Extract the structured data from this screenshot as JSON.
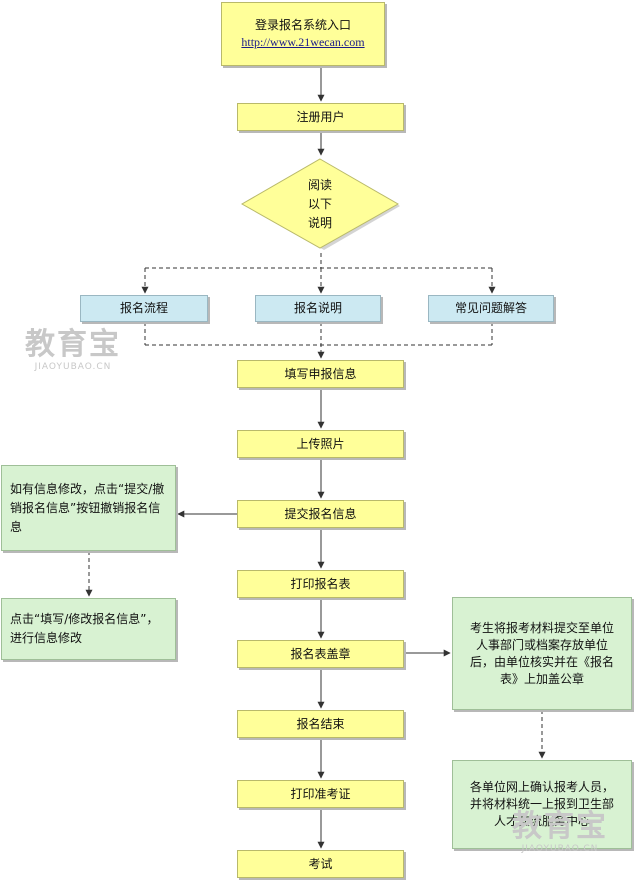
{
  "colors": {
    "step_box": "#ffff99",
    "info_box": "#cce9f2",
    "note_box": "#d8f2d2",
    "lines": "#333333"
  },
  "diagram": {
    "entry": {
      "title": "登录报名系统入口",
      "url": "http://www.21wecan.com"
    },
    "register": "注册用户",
    "decision": {
      "lines": [
        "阅读",
        "以下",
        "说明"
      ]
    },
    "info_boxes": [
      "报名流程",
      "报名说明",
      "常见问题解答"
    ],
    "steps": [
      "填写申报信息",
      "上传照片",
      "提交报名信息",
      "打印报名表",
      "报名表盖章",
      "报名结束",
      "打印准考证",
      "考试"
    ],
    "left_notes": [
      "如有信息修改，点击“提交/撤销报名信息”按钮撤销报名信息",
      "点击“填写/修改报名信息”，进行信息修改"
    ],
    "right_notes": [
      "考生将报考材料提交至单位人事部门或档案存放单位后，由单位核实并在《报名表》上加盖公章",
      "各单位网上确认报考人员，并将材料统一上报到卫生部人才交流服务中心"
    ]
  },
  "watermark": {
    "name": "教育宝",
    "domain": "JIAOYUBAO.CN"
  }
}
